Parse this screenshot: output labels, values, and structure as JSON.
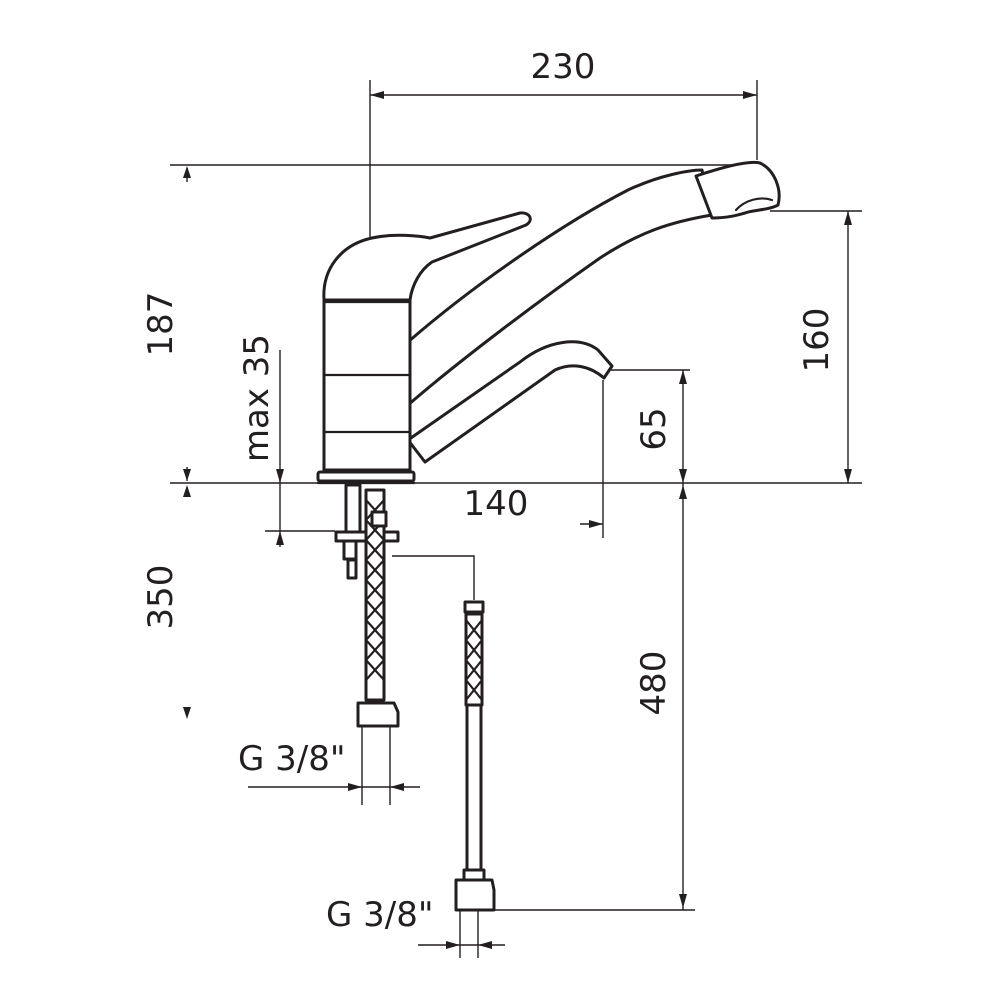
{
  "dimensions": {
    "width_230": "230",
    "height_187": "187",
    "height_160": "160",
    "max_35": "max 35",
    "height_65": "65",
    "reach_140": "140",
    "hose_350": "350",
    "hose_480": "480",
    "thread_left": "G 3/8\"",
    "thread_right": "G 3/8\""
  },
  "colors": {
    "ink": "#231f20",
    "background": "#ffffff"
  }
}
